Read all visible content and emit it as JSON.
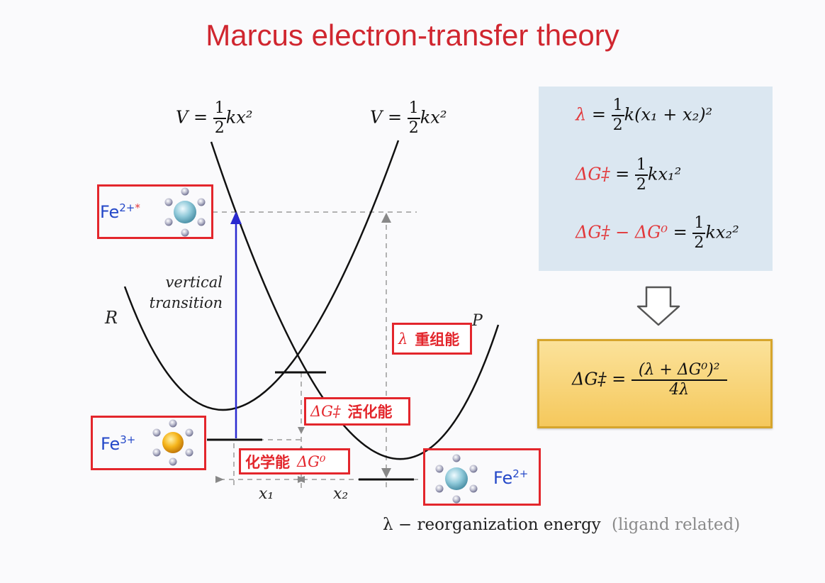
{
  "title": "Marcus electron-transfer theory",
  "diagram": {
    "left_potential": {
      "lhs": "V",
      "eq": "=",
      "num": "1",
      "den": "2",
      "rhs": "kx²"
    },
    "right_potential": {
      "lhs": "V",
      "eq": "=",
      "num": "1",
      "den": "2",
      "rhs": "kx²"
    },
    "vertical_transition": [
      "vertical",
      "transition"
    ],
    "curve_label_R": "R",
    "curve_label_P": "P",
    "x1": "x₁",
    "x2": "x₂",
    "lambda_label": {
      "symbol": "λ",
      "text": "重组能"
    },
    "activation_label": {
      "symbol": "ΔG‡",
      "text": "活化能"
    },
    "chemical_label": {
      "text": "化学能",
      "symbol": "ΔG⁰"
    },
    "footer": {
      "main": "λ − reorganization energy",
      "note": "(ligand related)"
    },
    "ions": {
      "top_left": {
        "base": "Fe",
        "charge": "2+",
        "star": "*"
      },
      "bottom_left": {
        "base": "Fe",
        "charge": "3+"
      },
      "bottom_right": {
        "base": "Fe",
        "charge": "2+"
      }
    }
  },
  "formulas": [
    {
      "lhs": "λ",
      "eq": "=",
      "num": "1",
      "den": "2",
      "rhs": "k(x₁ + x₂)²"
    },
    {
      "lhs": "ΔG‡",
      "eq": "=",
      "num": "1",
      "den": "2",
      "rhs": "kx₁²"
    },
    {
      "lhs": "ΔG‡ − ΔG⁰",
      "eq": "=",
      "num": "1",
      "den": "2",
      "rhs": "kx₂²"
    }
  ],
  "result": {
    "lhs": "ΔG‡",
    "eq": "=",
    "num": "(λ + ΔG⁰)²",
    "den": "4λ"
  },
  "colors": {
    "title": "#d0262f",
    "highlight": "#e3262c",
    "ion_blue": "#2448c8",
    "formula_bg": "#dbe7f1",
    "result_bg": "#f5c85c"
  }
}
